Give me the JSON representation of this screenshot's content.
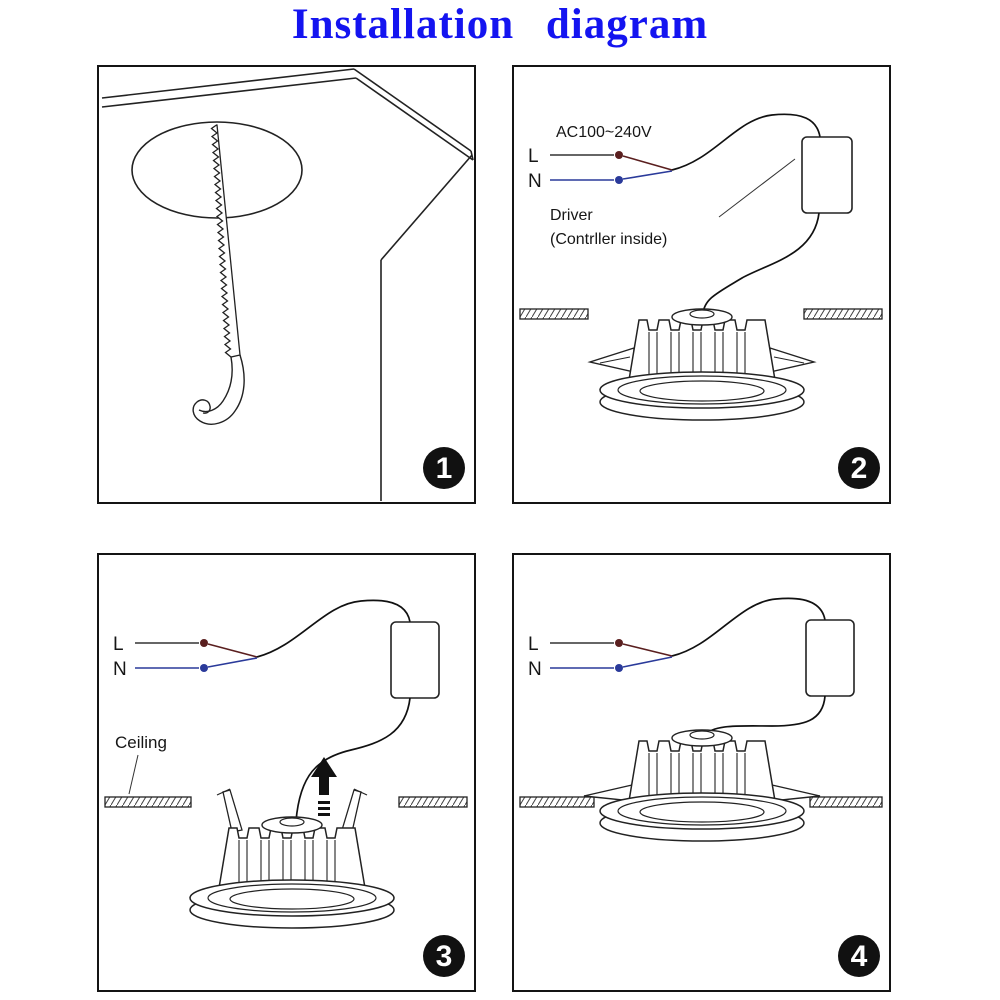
{
  "title": "Installation diagram",
  "colors": {
    "title": "#1414f0",
    "live_wire": "#5a1f1f",
    "neutral_wire": "#2a3a9a",
    "ink": "#222222"
  },
  "panels": {
    "p1": {
      "number": "1"
    },
    "p2": {
      "number": "2",
      "voltage": "AC100~240V",
      "live_label": "L",
      "neutral_label": "N",
      "driver_line1": "Driver",
      "driver_line2": "(Contrller inside)"
    },
    "p3": {
      "number": "3",
      "live_label": "L",
      "neutral_label": "N",
      "ceiling_label": "Ceiling"
    },
    "p4": {
      "number": "4",
      "live_label": "L",
      "neutral_label": "N"
    }
  }
}
